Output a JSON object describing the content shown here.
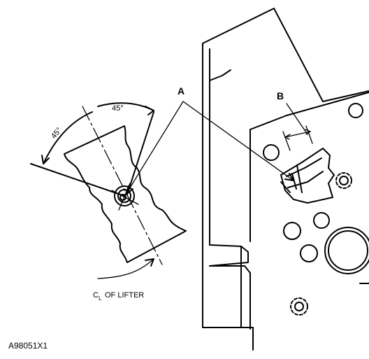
{
  "labels": {
    "callout_a": "A",
    "callout_b": "B",
    "angle_1": "45°",
    "angle_2": "45°",
    "centerline_symbol": "C",
    "centerline_subscript": "L",
    "centerline_text": "OF LIFTER",
    "figure_ref": "A98051X1"
  }
}
